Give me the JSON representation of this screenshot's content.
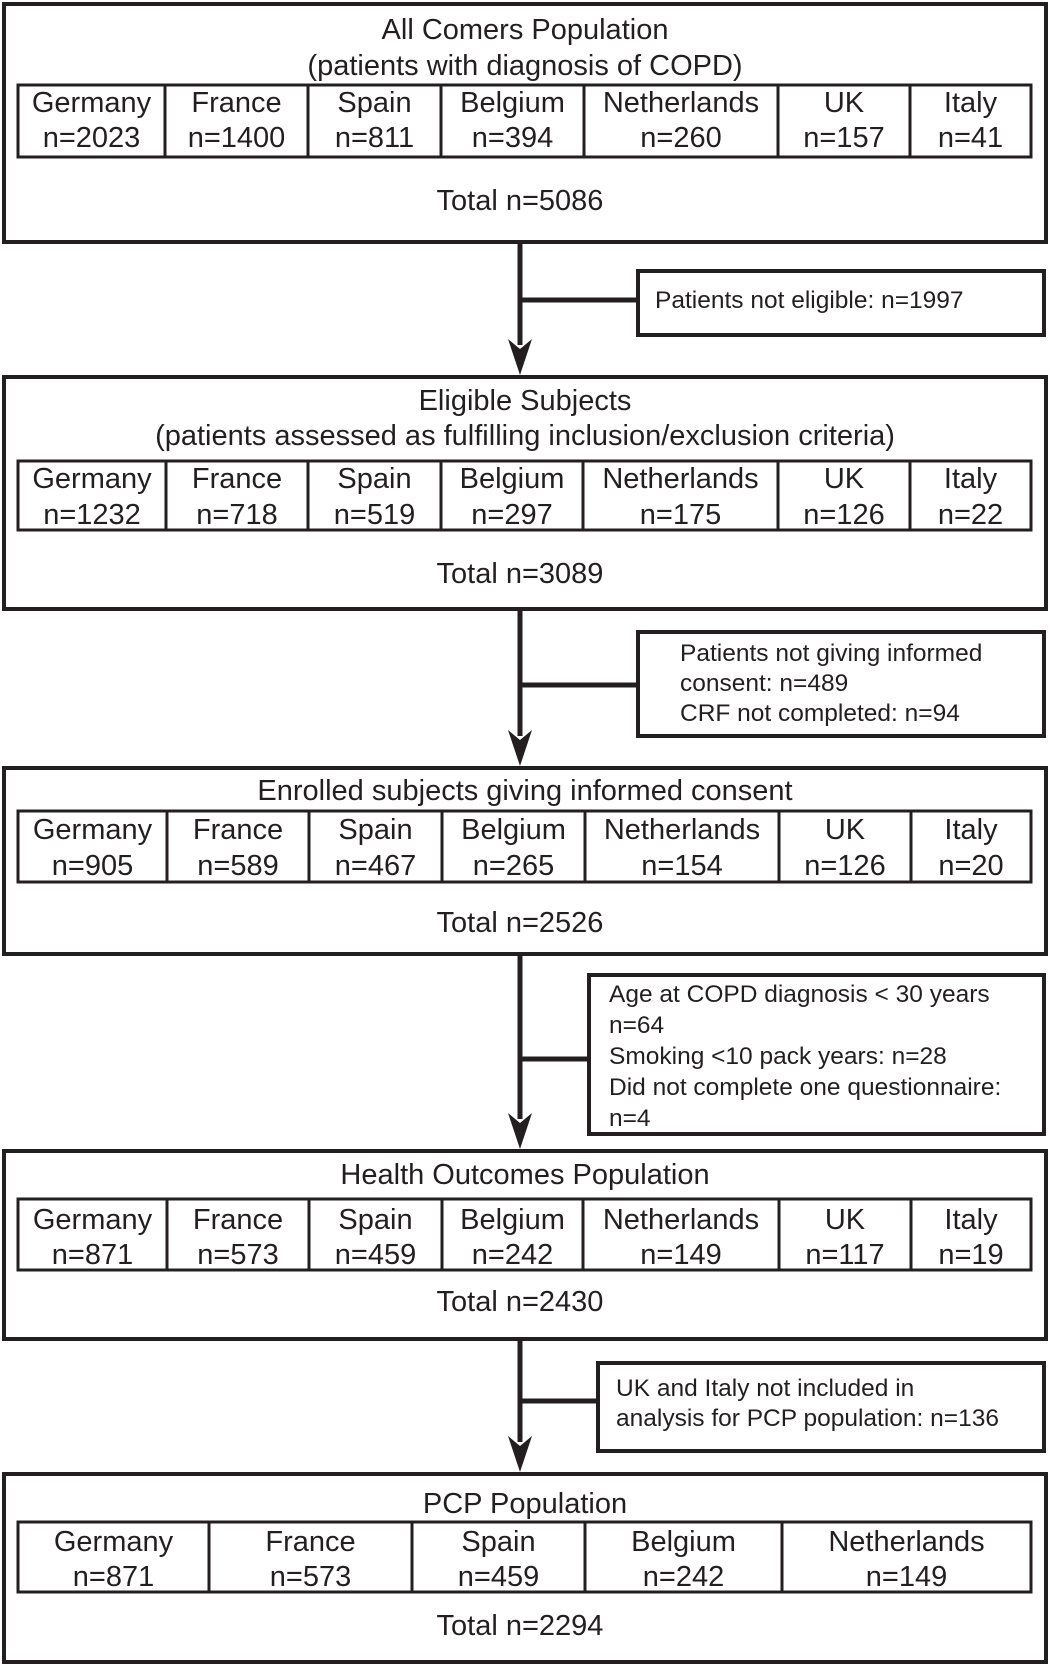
{
  "stages": [
    {
      "title_lines": [
        "All Comers Population",
        "(patients with diagnosis of COPD)"
      ],
      "countries": [
        {
          "name": "Germany",
          "n": "n=2023"
        },
        {
          "name": "France",
          "n": "n=1400"
        },
        {
          "name": "Spain",
          "n": "n=811"
        },
        {
          "name": "Belgium",
          "n": "n=394"
        },
        {
          "name": "Netherlands",
          "n": "n=260"
        },
        {
          "name": "UK",
          "n": "n=157"
        },
        {
          "name": "Italy",
          "n": "n=41"
        }
      ],
      "total": "Total n=5086"
    },
    {
      "title_lines": [
        "Eligible Subjects",
        "(patients assessed as fulfilling inclusion/exclusion criteria)"
      ],
      "countries": [
        {
          "name": "Germany",
          "n": "n=1232"
        },
        {
          "name": "France",
          "n": "n=718"
        },
        {
          "name": "Spain",
          "n": "n=519"
        },
        {
          "name": "Belgium",
          "n": "n=297"
        },
        {
          "name": "Netherlands",
          "n": "n=175"
        },
        {
          "name": "UK",
          "n": "n=126"
        },
        {
          "name": "Italy",
          "n": "n=22"
        }
      ],
      "total": "Total n=3089"
    },
    {
      "title_lines": [
        "Enrolled subjects giving informed consent"
      ],
      "countries": [
        {
          "name": "Germany",
          "n": "n=905"
        },
        {
          "name": "France",
          "n": "n=589"
        },
        {
          "name": "Spain",
          "n": "n=467"
        },
        {
          "name": "Belgium",
          "n": "n=265"
        },
        {
          "name": "Netherlands",
          "n": "n=154"
        },
        {
          "name": "UK",
          "n": "n=126"
        },
        {
          "name": "Italy",
          "n": "n=20"
        }
      ],
      "total": "Total n=2526"
    },
    {
      "title_lines": [
        "Health Outcomes Population"
      ],
      "countries": [
        {
          "name": "Germany",
          "n": "n=871"
        },
        {
          "name": "France",
          "n": "n=573"
        },
        {
          "name": "Spain",
          "n": "n=459"
        },
        {
          "name": "Belgium",
          "n": "n=242"
        },
        {
          "name": "Netherlands",
          "n": "n=149"
        },
        {
          "name": "UK",
          "n": "n=117"
        },
        {
          "name": "Italy",
          "n": "n=19"
        }
      ],
      "total": "Total n=2430"
    },
    {
      "title_lines": [
        "PCP Population"
      ],
      "countries": [
        {
          "name": "Germany",
          "n": "n=871"
        },
        {
          "name": "France",
          "n": "n=573"
        },
        {
          "name": "Spain",
          "n": "n=459"
        },
        {
          "name": "Belgium",
          "n": "n=242"
        },
        {
          "name": "Netherlands",
          "n": "n=149"
        }
      ],
      "total": "Total n=2294"
    }
  ],
  "exclusions": [
    {
      "lines": [
        "Patients not eligible: n=1997"
      ]
    },
    {
      "lines": [
        "Patients not giving informed",
        "consent: n=489",
        "CRF not completed: n=94"
      ]
    },
    {
      "lines": [
        "Age at COPD diagnosis < 30 years",
        "n=64",
        "Smoking <10 pack years: n=28",
        "Did not complete one questionnaire:",
        "n=4"
      ]
    },
    {
      "lines": [
        "UK and Italy not included in",
        "analysis for PCP population: n=136"
      ]
    }
  ]
}
